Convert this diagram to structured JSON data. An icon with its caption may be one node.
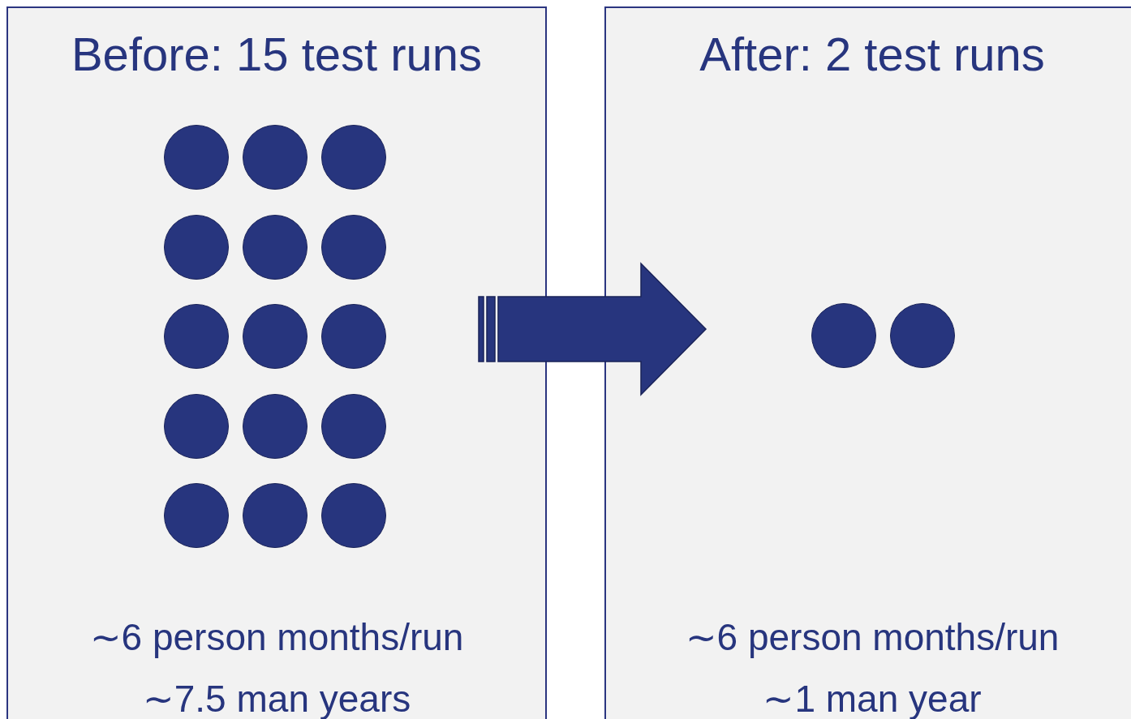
{
  "diagram": {
    "nodes": [
      {
        "text": [
          "Before: 15 test runs",
          "∼6 person months/run",
          "∼7.5 man years"
        ]
      },
      {
        "text": [],
        "shape": "circle",
        "in": 0
      },
      {
        "text": [],
        "shape": "circle",
        "in": 0
      },
      {
        "text": [],
        "shape": "circle",
        "in": 0
      },
      {
        "text": [],
        "shape": "circle",
        "in": 0
      },
      {
        "text": [],
        "shape": "circle",
        "in": 0
      },
      {
        "text": [],
        "shape": "circle",
        "in": 0
      },
      {
        "text": [],
        "shape": "circle",
        "in": 0
      },
      {
        "text": [],
        "shape": "circle",
        "in": 0
      },
      {
        "text": [],
        "shape": "circle",
        "in": 0
      },
      {
        "text": [],
        "shape": "circle",
        "in": 0
      },
      {
        "text": [],
        "shape": "circle",
        "in": 0
      },
      {
        "text": [],
        "shape": "circle",
        "in": 0
      },
      {
        "text": [],
        "shape": "circle",
        "in": 0
      },
      {
        "text": [],
        "shape": "circle",
        "in": 0
      },
      {
        "text": [],
        "shape": "circle",
        "in": 0
      },
      {
        "text": [
          "After: 2 test runs",
          "∼6 person months/run",
          "∼1 man year"
        ]
      },
      {
        "text": [],
        "shape": "circle",
        "in": 16
      },
      {
        "text": [],
        "shape": "circle",
        "in": 16
      }
    ],
    "edges": [
      {
        "from": 0,
        "to": 16,
        "arrow": "to"
      }
    ]
  }
}
